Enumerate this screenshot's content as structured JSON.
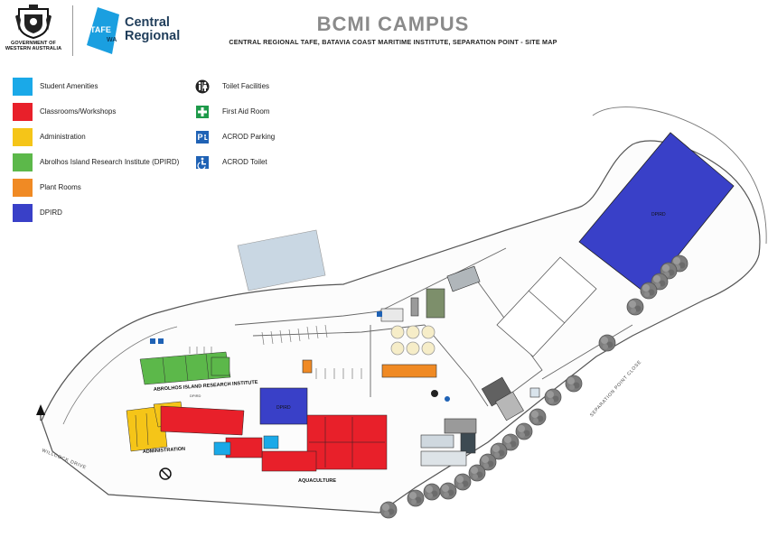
{
  "header": {
    "government_name": "GOVERNMENT OF WESTERN AUSTRALIA",
    "brand_word_1": "Central",
    "brand_word_2": "Regional",
    "tafe_mark": "TAFE",
    "wa_mark": "WA",
    "title": "BCMI CAMPUS",
    "subtitle": "CENTRAL REGIONAL TAFE, BATAVIA COAST MARITIME INSTITUTE, SEPARATION POINT - SITE MAP"
  },
  "legend": {
    "categories": [
      {
        "label": "Student Amenities",
        "color": "#1aa9e8"
      },
      {
        "label": "Classrooms/Workshops",
        "color": "#e8202a"
      },
      {
        "label": "Administration",
        "color": "#f5c518"
      },
      {
        "label": "Abrolhos Island Research Institute (DPIRD)",
        "color": "#5cb84a"
      },
      {
        "label": "Plant Rooms",
        "color": "#f08a24"
      },
      {
        "label": "DPIRD",
        "color": "#3940c8"
      }
    ],
    "facilities": [
      {
        "label": "Toilet Facilities",
        "icon": "toilet-icon"
      },
      {
        "label": "First Aid Room",
        "icon": "first-aid-icon"
      },
      {
        "label": "ACROD Parking",
        "icon": "acrod-parking-icon"
      },
      {
        "label": "ACROD Toilet",
        "icon": "acrod-toilet-icon"
      }
    ]
  },
  "map": {
    "building_labels": {
      "dpird_large": "DPIRD",
      "dpird_small": "DPIRD",
      "abrolhos": "ABROLHOS ISLAND RESEARCH INSTITUTE",
      "abrolhos_sub": "DPIRD",
      "administration": "ADMINISTRATION",
      "aquaculture": "AQUACULTURE"
    },
    "street_labels": {
      "separation_point_close": "SEPARATION POINT CLOSE",
      "willcock_drive": "WILLCOCK DRIVE"
    }
  }
}
